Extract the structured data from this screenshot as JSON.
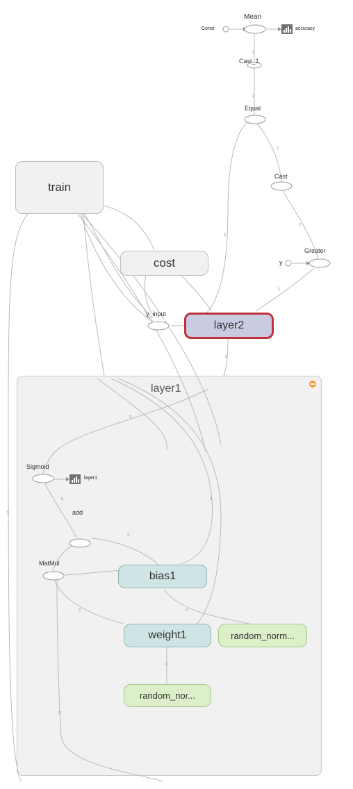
{
  "colors": {
    "edge": "#b9b9b9",
    "group_bg": "#f1f1f1",
    "group_border": "#c9c9c9",
    "var_node_bg": "#cfe4e4",
    "var_node_border": "#8fb3b3",
    "init_node_bg": "#dcefc8",
    "init_node_border": "#a7c78b",
    "selected_node_bg": "#c9cbe3",
    "selected_border": "#c0313a",
    "collapse_button": "#f39c34",
    "summary_icon": "#6f6f6f"
  },
  "nodes": {
    "mean": "Mean",
    "const": "Const",
    "accuracy": "accuracy",
    "cast_1": "Cast_1",
    "equal": "Equal",
    "cast": "Cast",
    "greater": "Greater",
    "y": "y",
    "train": "train",
    "cost": "cost",
    "y_input": "y_input",
    "layer2": "layer2",
    "layer1": "layer1",
    "sigmoid": "Sigmoid",
    "layer1_summary": "layer1",
    "add": "add",
    "matmul": "MatMul",
    "bias1": "bias1",
    "weight1": "weight1",
    "random_norm_right": "random_norm...",
    "random_norm_bottom": "random_nor..."
  },
  "collapse_icon": "minus-circle-icon",
  "summary_icon": "bar-chart-icon"
}
